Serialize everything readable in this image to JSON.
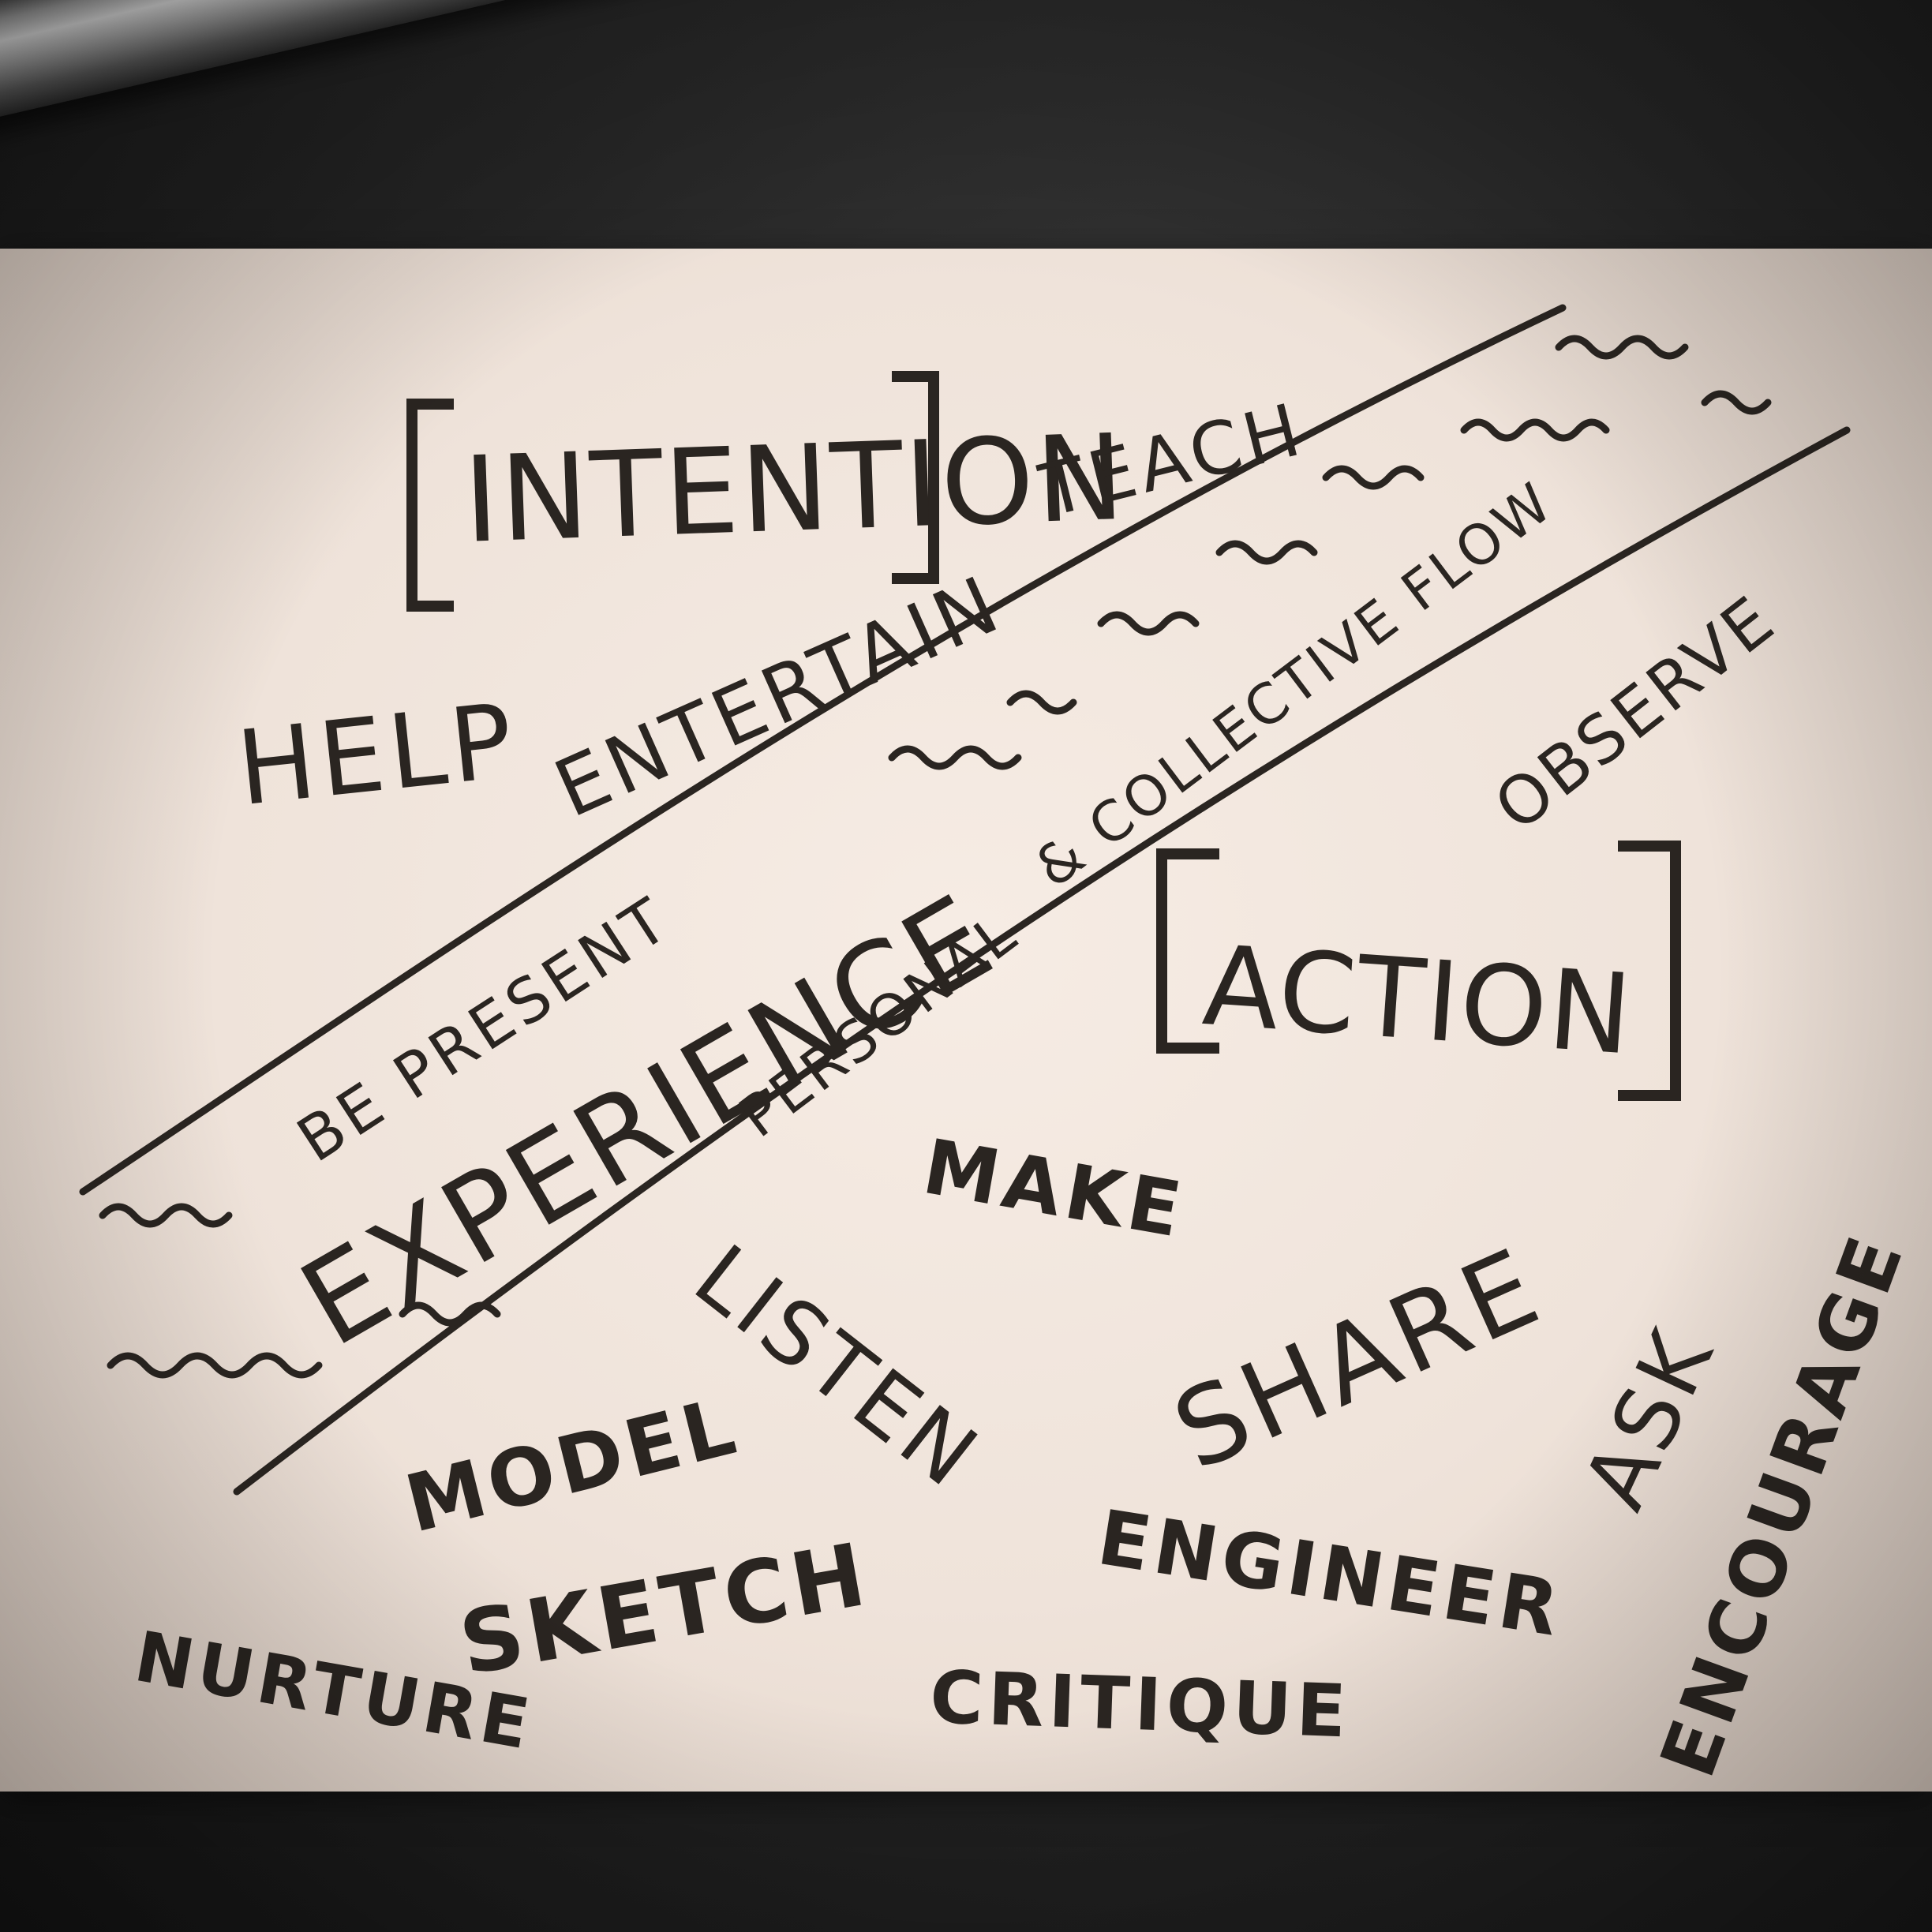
{
  "intention": "INTENTION",
  "action": "ACTION",
  "experience": "EXPERIENCE",
  "teach": "TEACH",
  "help": "HELP",
  "entertain": "ENTERTAIN",
  "be_present": "BE PRESENT",
  "collective_flow": "& COLLECTIVE FLOW",
  "personal": "PERSONAL",
  "observe": "OBSERVE",
  "make": "MAKE",
  "listen": "LISTEN",
  "share": "SHARE",
  "ask": "ASK",
  "model": "MODEL",
  "sketch": "SKETCH",
  "engineer": "ENGINEER",
  "encourage": "ENCOURAGE",
  "nurture": "NURTURE",
  "critique": "CRITIQUE",
  "ink_color": "#2a2521",
  "card_color": "#f3e8df"
}
